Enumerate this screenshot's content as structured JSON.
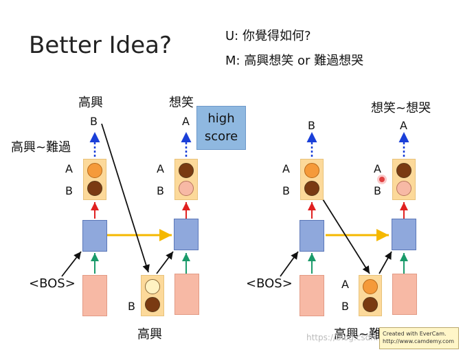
{
  "slide": {
    "title": "Better Idea?",
    "dialog_u": "U: 你覺得如何?",
    "dialog_m": "M: 高興想笑  or 難過想哭",
    "high_score_line1": "high",
    "high_score_line2": "score",
    "left": {
      "label_gaoxing_top": "高興",
      "label_b_top": "B",
      "label_range": "高興~難過",
      "label_a1": "A",
      "label_b1": "B",
      "label_xiangxiao": "想笑",
      "label_a_top2": "A",
      "label_a2": "A",
      "label_b2": "B",
      "label_bos": "<BOS>",
      "label_b3": "B",
      "label_gaoxing_bottom": "高興"
    },
    "right": {
      "label_b_top": "B",
      "label_a1": "A",
      "label_b1": "B",
      "label_range_top": "想笑~想哭",
      "label_a_top2": "A",
      "label_a2": "A",
      "label_b2": "B",
      "label_bos": "<BOS>",
      "label_a3": "A",
      "label_b3": "B",
      "label_range_bottom": "高興~難過"
    },
    "watermark": {
      "line1": "Created with EverCam.",
      "line2": "http://www.camdemy.com"
    },
    "csdn": "https://blog.csdn.net"
  },
  "colors": {
    "orange": "#f59a3a",
    "brown": "#7a3a12",
    "pale_pink": "#f7b9a5",
    "pale_yellow": "#fff2c2",
    "arrow_blue": "#1a3fd8",
    "arrow_red": "#e02020",
    "arrow_green": "#1a9a6a",
    "arrow_yellow": "#f5b800"
  }
}
